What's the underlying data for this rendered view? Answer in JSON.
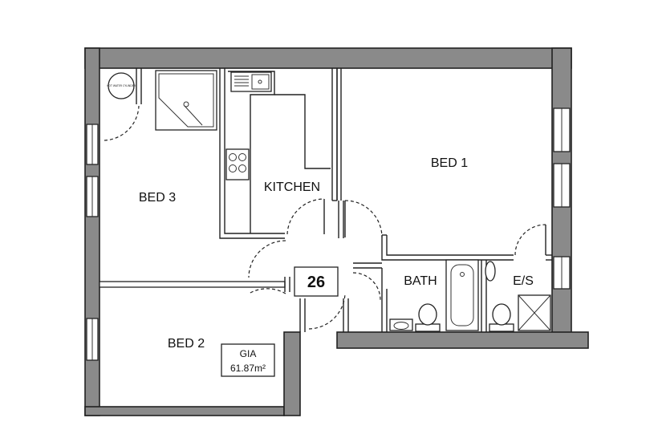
{
  "rooms": {
    "bed1": "BED 1",
    "bed2": "BED 2",
    "bed3": "BED 3",
    "kitchen": "KITCHEN",
    "bath": "BATH",
    "ensuite": "E/S"
  },
  "unit_number": "26",
  "gia": {
    "label": "GIA",
    "value": "61.87m²"
  },
  "appliance_label": "HOT WATER CYLINDER",
  "colors": {
    "wall_fill": "#8a8a8a",
    "line": "#222222",
    "background": "#ffffff"
  }
}
